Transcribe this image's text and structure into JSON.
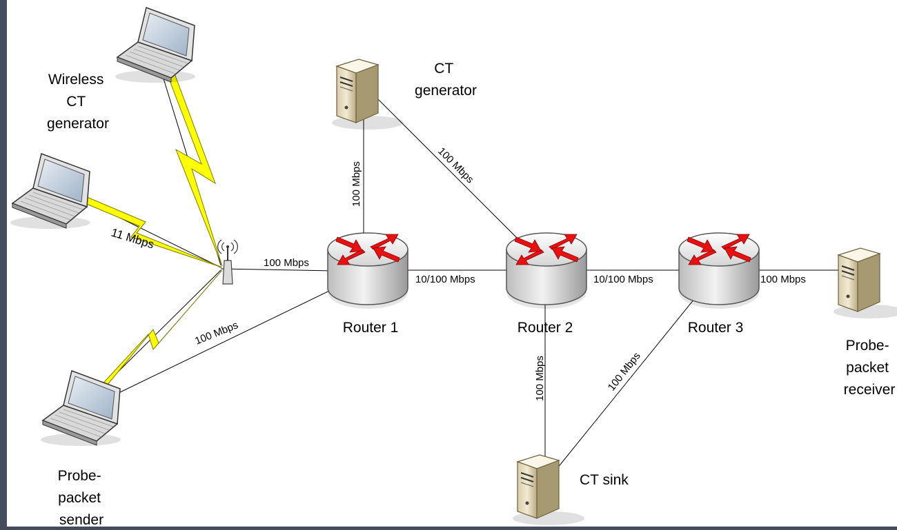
{
  "nodes": {
    "wireless_ct_generator": {
      "label_lines": [
        "Wireless",
        "CT",
        "generator"
      ],
      "icon": "laptop-icon"
    },
    "middle_laptop": {
      "icon": "laptop-icon"
    },
    "probe_packet_sender": {
      "label_lines": [
        "Probe-",
        "packet",
        "sender"
      ],
      "icon": "laptop-icon"
    },
    "access_point": {
      "icon": "wireless-access-point-icon"
    },
    "ct_generator": {
      "label_lines": [
        "CT",
        "generator"
      ],
      "icon": "server-tower-icon"
    },
    "router_1": {
      "label": "Router 1",
      "icon": "router-icon"
    },
    "router_2": {
      "label": "Router 2",
      "icon": "router-icon"
    },
    "router_3": {
      "label": "Router 3",
      "icon": "router-icon"
    },
    "ct_sink": {
      "label": "CT sink",
      "icon": "server-tower-icon"
    },
    "probe_packet_receiver": {
      "label_lines": [
        "Probe-",
        "packet",
        "receiver"
      ],
      "icon": "server-tower-icon"
    }
  },
  "links": {
    "wireless_link": "11 Mbps",
    "ap_router1": "100 Mbps",
    "sender_router1": "100 Mbps",
    "ctgen_router1": "100 Mbps",
    "ctgen_router2": "100 Mbps",
    "router1_router2": "10/100 Mbps",
    "router2_router3": "10/100 Mbps",
    "router3_receiver": "100 Mbps",
    "router2_ctsink": "100 Mbps",
    "router3_ctsink": "100 Mbps"
  },
  "colors": {
    "slide_border": "#454c5c",
    "lightning": "#ffff00",
    "router_arrows": "#e81010",
    "router_body": "#dcdcdc",
    "server_body": "#e8ddc0"
  }
}
